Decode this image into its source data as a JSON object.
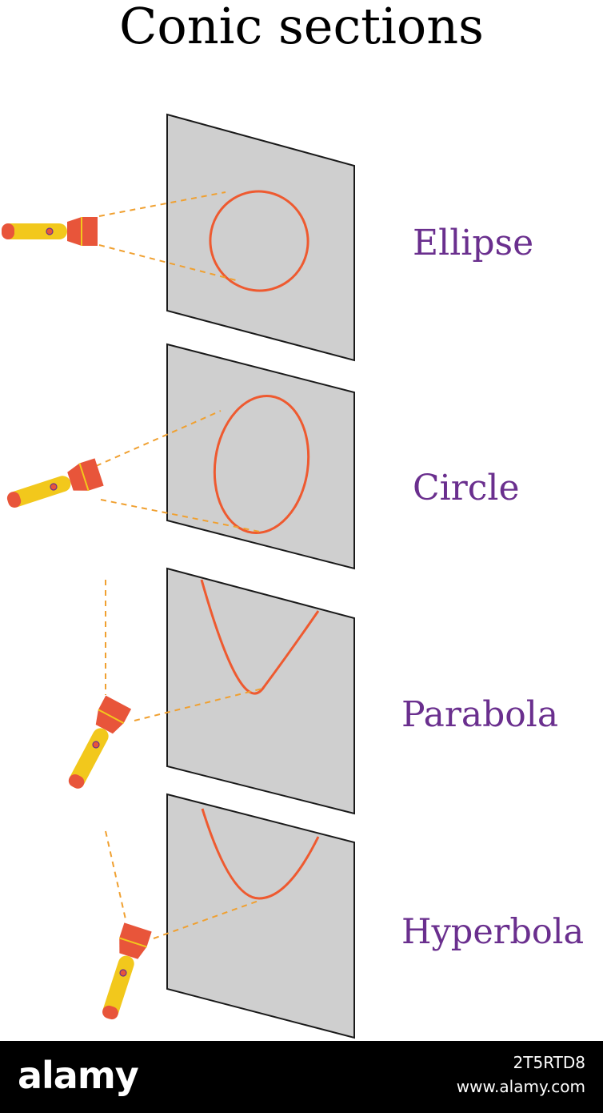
{
  "title": "Conic sections",
  "sections": [
    {
      "label": "Ellipse"
    },
    {
      "label": "Circle"
    },
    {
      "label": "Parabola"
    },
    {
      "label": "Hyperbola"
    }
  ],
  "footer": {
    "logo": "alamy",
    "image_id": "2T5RTD8",
    "url": "www.alamy.com"
  },
  "colors": {
    "plane_fill": "#cfcfcf",
    "plane_stroke": "#1a1a1a",
    "curve": "#ee5a30",
    "beam": "#f0a030",
    "torch_body": "#f2c81c",
    "torch_head": "#e8553a",
    "label": "#6a2f8e"
  }
}
